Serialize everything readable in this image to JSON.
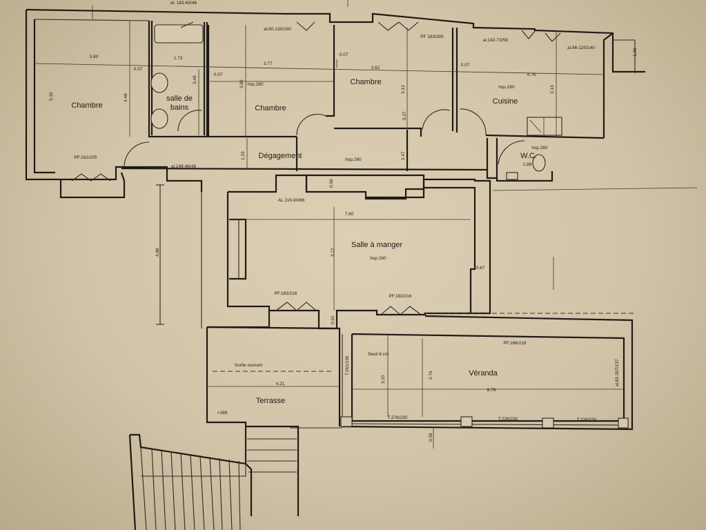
{
  "rooms": {
    "chambre_1": "Chambre",
    "salle_de_bains_1": "salle de",
    "salle_de_bains_2": "bains",
    "chambre_2": "Chambre",
    "chambre_3": "Chambre",
    "cuisine": "Cuisine",
    "degagement": "Dégagement",
    "wc": "W.C.",
    "salle_a_manger": "Salle à manger",
    "terrasse": "Terrasse",
    "veranda": "Véranda"
  },
  "labels": {
    "fen_bath": "al. 183-63/48",
    "fen_ch2": "al.80-130/180",
    "pf_ch3": "PF 183/305",
    "fen_kit1": "al.142-73/58",
    "fen_kit2": "al.86-120/140",
    "pf_ch1": "PF.162/205",
    "fen_hall": "al.148-46/48",
    "fen_dining": "AL.116-90/86",
    "pf_dining1": "PF.183/216",
    "pf_dining2": "PF.183/216",
    "pf_veranda": "PF.166/216",
    "seuil": "Seuil 8 cm",
    "t_right": "al.81-207/137",
    "t_left": "T.261/230",
    "t1": "T.276/230",
    "t2": "T.226/230",
    "t3": "T.226/230",
    "sortie": "Sortie ouvrant",
    "plus_level": "+288"
  },
  "heights": {
    "ch2": "hsp.260",
    "degagement": "hsp.260",
    "cuisine": "hsp.260",
    "wc": "hsp.260",
    "dining": "hsp.260"
  },
  "dimensions": {
    "ch1_width": "3.60",
    "bath_width": "1.73",
    "ch1_depth": "4.48",
    "ch1_outer": "5.32",
    "bath_depth": "3.48",
    "wall_a": "0.07",
    "wall_b": "0.07",
    "ch2_width": "3.77",
    "ch2_depth": "3.86",
    "wall_c": "0.07",
    "ch3_width": "3.62",
    "ch3_depth": "3.13",
    "wall_d": "0.27",
    "wall_e": "0.07",
    "kit_width": "4.76",
    "kit_depth": "3.13",
    "deg_depth": "1.23",
    "deg_depth2": "1.47",
    "wc_width": "1.88",
    "dining_width": "7.80",
    "dining_depth": "3.72",
    "dining_wall": "0.69",
    "dining_pillar": "0.67",
    "left_ext": "4.88",
    "wall_f": "0.61",
    "terr_width": "4.21",
    "ver_depth": "3.15",
    "ver_depth2": "2.76",
    "ver_width": "8.76",
    "bottom_mark": "0.39",
    "side_mark": "1.39"
  }
}
